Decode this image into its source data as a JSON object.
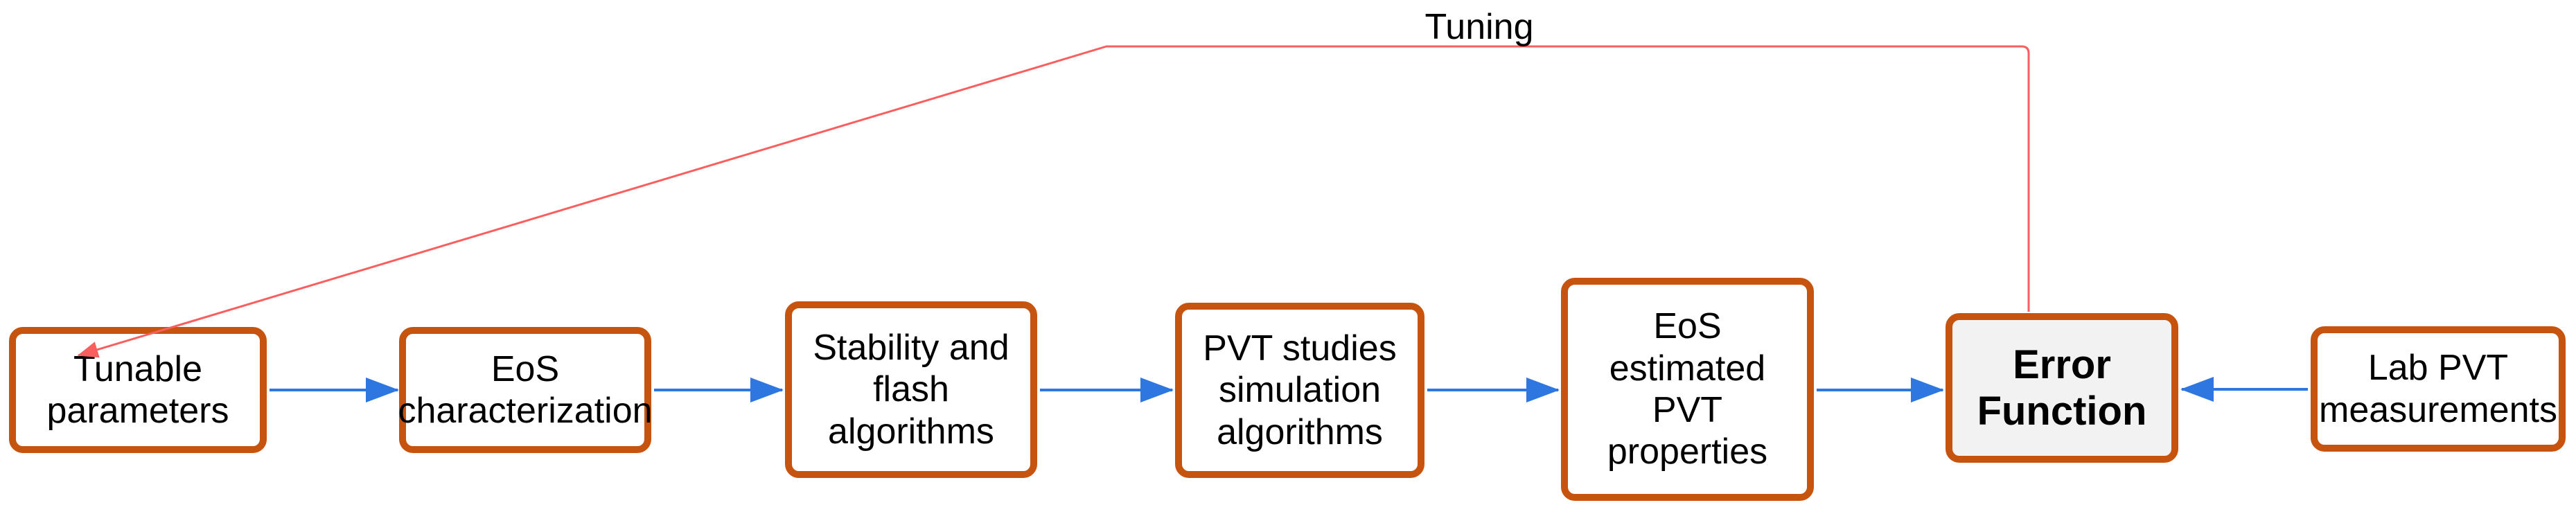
{
  "diagram": {
    "type": "flowchart",
    "tuning_label": "Tuning",
    "nodes": [
      {
        "id": "tunable-parameters",
        "label": "Tunable\nparameters"
      },
      {
        "id": "eos-characterization",
        "label": "EoS\ncharacterization"
      },
      {
        "id": "stability-flash-algorithms",
        "label": "Stability and\nflash\nalgorithms"
      },
      {
        "id": "pvt-studies-simulation-algorithms",
        "label": "PVT studies\nsimulation\nalgorithms"
      },
      {
        "id": "eos-estimated-pvt-properties",
        "label": "EoS\nestimated\nPVT\nproperties"
      },
      {
        "id": "error-function",
        "label": "Error\nFunction",
        "emphasis": "bold",
        "fill": "#F2F2F2"
      },
      {
        "id": "lab-pvt-measurements",
        "label": "Lab PVT\nmeasurements"
      }
    ],
    "edges": [
      {
        "from": "tunable-parameters",
        "to": "eos-characterization",
        "color": "#2E77E0"
      },
      {
        "from": "eos-characterization",
        "to": "stability-flash-algorithms",
        "color": "#2E77E0"
      },
      {
        "from": "stability-flash-algorithms",
        "to": "pvt-studies-simulation-algorithms",
        "color": "#2E77E0"
      },
      {
        "from": "pvt-studies-simulation-algorithms",
        "to": "eos-estimated-pvt-properties",
        "color": "#2E77E0"
      },
      {
        "from": "eos-estimated-pvt-properties",
        "to": "error-function",
        "color": "#2E77E0"
      },
      {
        "from": "lab-pvt-measurements",
        "to": "error-function",
        "color": "#2E77E0"
      },
      {
        "from": "error-function",
        "to": "tunable-parameters",
        "color": "#FA5F5F",
        "label": "Tuning"
      }
    ],
    "colors": {
      "node_border": "#C7540E",
      "node_fill": "#FFFFFF",
      "highlight_node_fill": "#F2F2F2",
      "flow_arrow": "#2E77E0",
      "tuning_line": "#FA5F5F",
      "text": "#000000"
    }
  }
}
